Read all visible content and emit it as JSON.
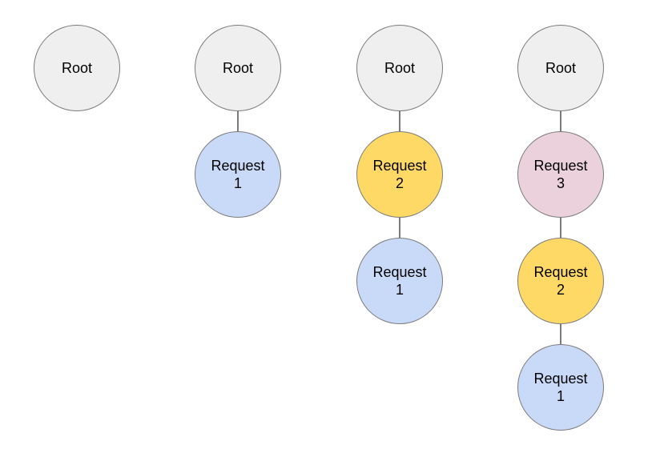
{
  "canvas": {
    "background": "#ffffff",
    "stroke_color": "#7b7b7b",
    "text_color": "#000000"
  },
  "palette": {
    "root_fill": "#efefef",
    "request1_fill": "#c9daf8",
    "request2_fill": "#ffd966",
    "request3_fill": "#ead1dc"
  },
  "trees": [
    {
      "nodes": [
        {
          "label": "Root",
          "fill": "#efefef"
        }
      ]
    },
    {
      "nodes": [
        {
          "label": "Root",
          "fill": "#efefef"
        },
        {
          "label": "Request 1",
          "fill": "#c9daf8"
        }
      ]
    },
    {
      "nodes": [
        {
          "label": "Root",
          "fill": "#efefef"
        },
        {
          "label": "Request 2",
          "fill": "#ffd966"
        },
        {
          "label": "Request 1",
          "fill": "#c9daf8"
        }
      ]
    },
    {
      "nodes": [
        {
          "label": "Root",
          "fill": "#efefef"
        },
        {
          "label": "Request 3",
          "fill": "#ead1dc"
        },
        {
          "label": "Request 2",
          "fill": "#ffd966"
        },
        {
          "label": "Request 1",
          "fill": "#c9daf8"
        }
      ]
    }
  ]
}
